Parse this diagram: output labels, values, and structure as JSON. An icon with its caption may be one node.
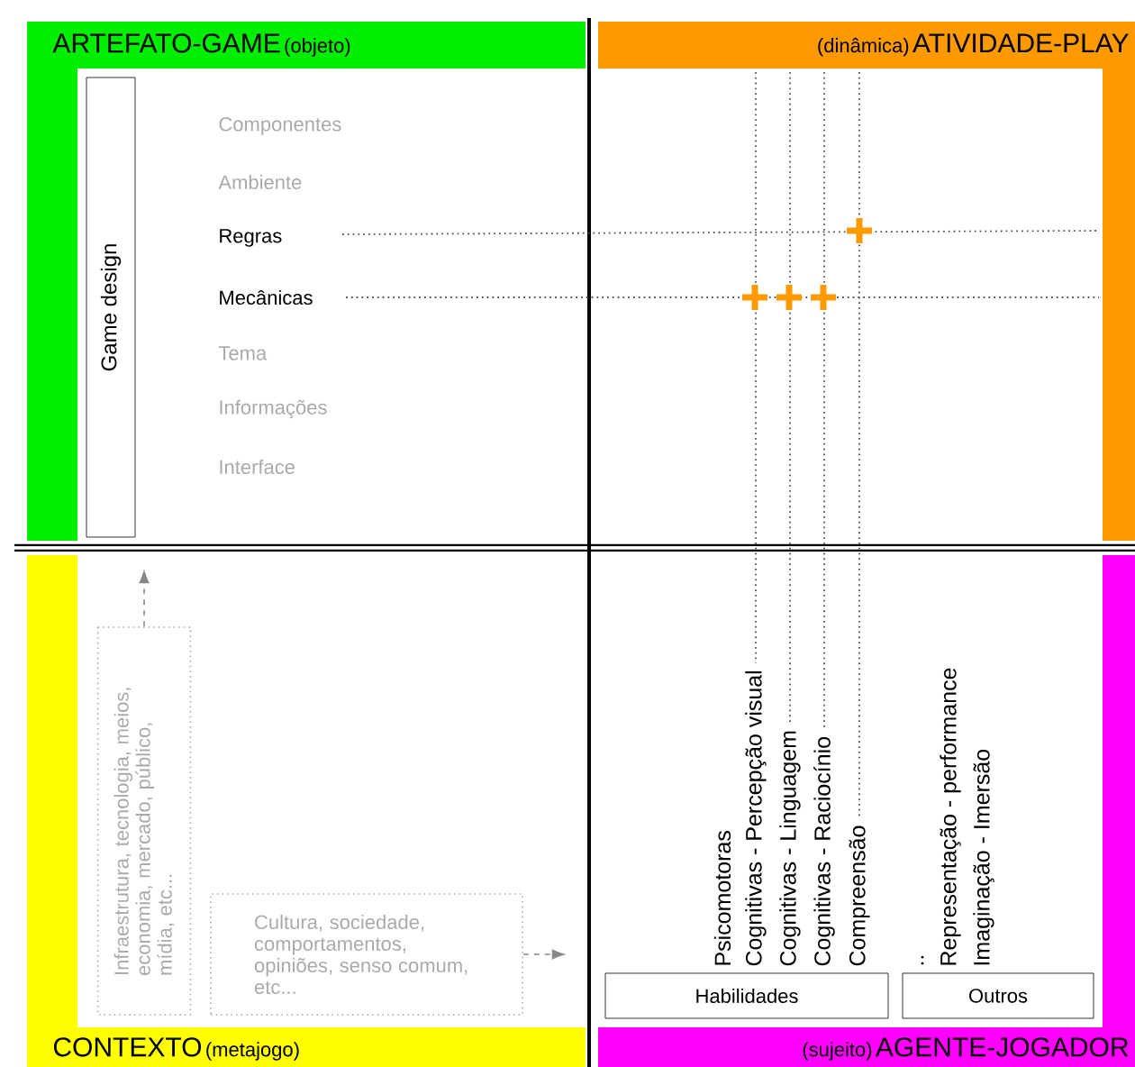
{
  "diagram": {
    "nodes": [
      {
        "text": [
          "ARTEFATO-GAME",
          "(objeto)"
        ]
      },
      {
        "text": [
          "Game design"
        ]
      },
      {
        "text": [
          "(dinâmica)",
          "ATIVIDADE-PLAY"
        ]
      },
      {
        "text": [
          "CONTEXTO",
          "(metajogo)"
        ]
      },
      {
        "text": [
          "Infraestrutura, tecnologia, meios, economia, mercado, público, mídia, etc..."
        ]
      },
      {
        "text": [
          "Cultura, sociedade, comportamentos, opiniões, senso comum, etc..."
        ]
      },
      {
        "text": [
          "(sujeito)",
          "AGENTE-JOGADOR"
        ]
      },
      {
        "text": [
          "Habilidades"
        ]
      },
      {
        "text": [
          "Outros"
        ]
      }
    ],
    "edges": [
      {
        "from": 4,
        "to": null,
        "arrow": "to",
        "style": "dashed"
      },
      {
        "from": 5,
        "to": null,
        "arrow": "to",
        "style": "dashed"
      }
    ],
    "labels": [
      "Componentes",
      "Ambiente",
      "Regras",
      "Mecânicas",
      "Tema",
      "Informações",
      "Interface",
      "Psicomotoras",
      "Cognitivas - Percepção visual",
      "Cognitivas - Linguagem",
      "Cognitivas - Raciocínio",
      "Compreensão",
      "..",
      "Representação - performance",
      "Imaginação - Imersão"
    ]
  }
}
